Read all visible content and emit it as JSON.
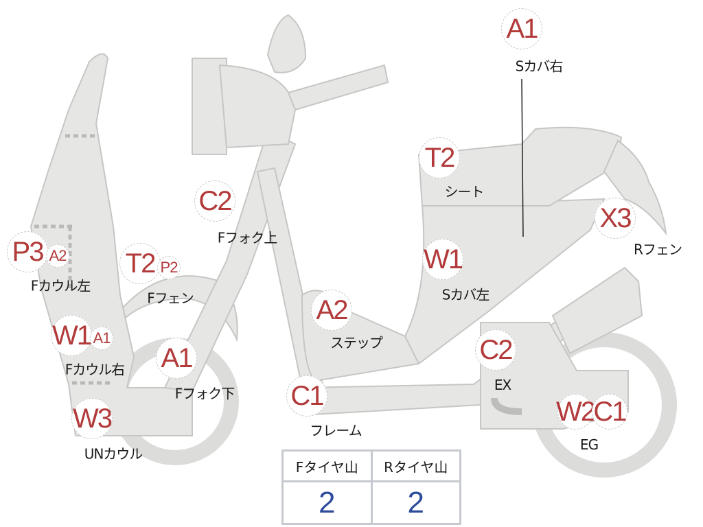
{
  "colors": {
    "marker_text": "#b23a3a",
    "body_fill": "#e6e6e4",
    "body_stroke": "#c6c6c4",
    "tire_value": "#2d4b9a"
  },
  "markers": [
    {
      "code": "A1",
      "label": "Sカバ右"
    },
    {
      "code": "T2",
      "label": "シート"
    },
    {
      "code": "C2",
      "label": "Fフォク上"
    },
    {
      "code": "X3",
      "label": "Rフェン"
    },
    {
      "code": "P3",
      "code2": "A2",
      "label": "Fカウル左"
    },
    {
      "code": "T2",
      "code2": "P2",
      "label": "Fフェン"
    },
    {
      "code": "W1",
      "label": "Sカバ左"
    },
    {
      "code": "A2",
      "label": "ステップ"
    },
    {
      "code": "W1",
      "code2": "A1",
      "label": "Fカウル右"
    },
    {
      "code": "A1",
      "label": "Fフォク下"
    },
    {
      "code": "C2",
      "label": "EX"
    },
    {
      "code": "C1",
      "label": "フレーム"
    },
    {
      "code": "W3",
      "label": "UNカウル"
    },
    {
      "code": "W2",
      "code2": "C1",
      "label": "EG"
    }
  ],
  "tire_table": {
    "headers": [
      "Fタイヤ山",
      "Rタイヤ山"
    ],
    "values": [
      "2",
      "2"
    ]
  }
}
